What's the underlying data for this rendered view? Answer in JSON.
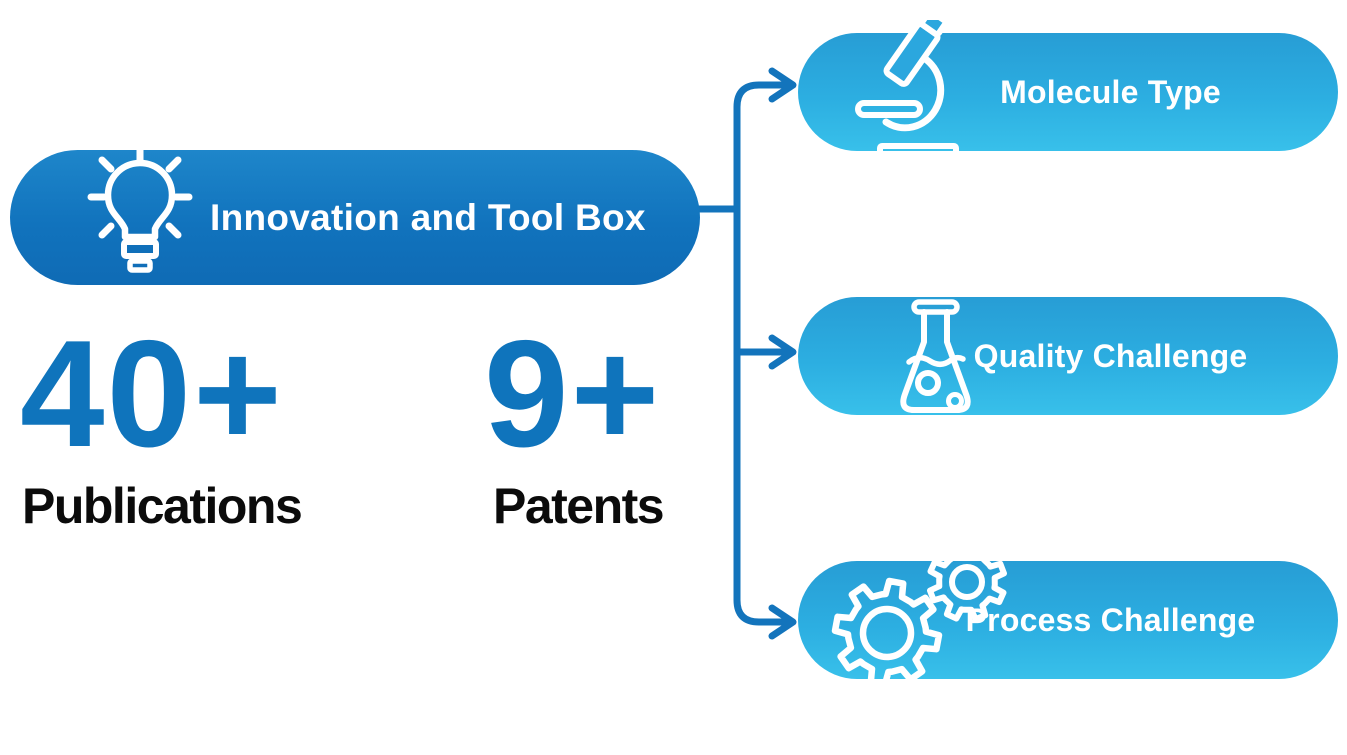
{
  "diagram": {
    "main_box": {
      "label": "Innovation and Tool Box",
      "icon": "lightbulb-icon"
    },
    "branches": [
      {
        "label": "Molecule Type",
        "icon": "microscope-icon"
      },
      {
        "label": "Quality Challenge",
        "icon": "flask-icon"
      },
      {
        "label": "Process Challenge",
        "icon": "gears-icon"
      }
    ],
    "stats": [
      {
        "value": "40+",
        "label": "Publications"
      },
      {
        "value": "9+",
        "label": "Patents"
      }
    ]
  },
  "colors": {
    "main_box_top": "#1e86ca",
    "main_box_bottom": "#0f6bb5",
    "branch_box_top": "#279dd5",
    "branch_box_bottom": "#38c0ea",
    "connector": "#1374bc",
    "stat_number": "#0f74bc",
    "stat_label": "#0b0b0b",
    "box_text": "#ffffff"
  }
}
